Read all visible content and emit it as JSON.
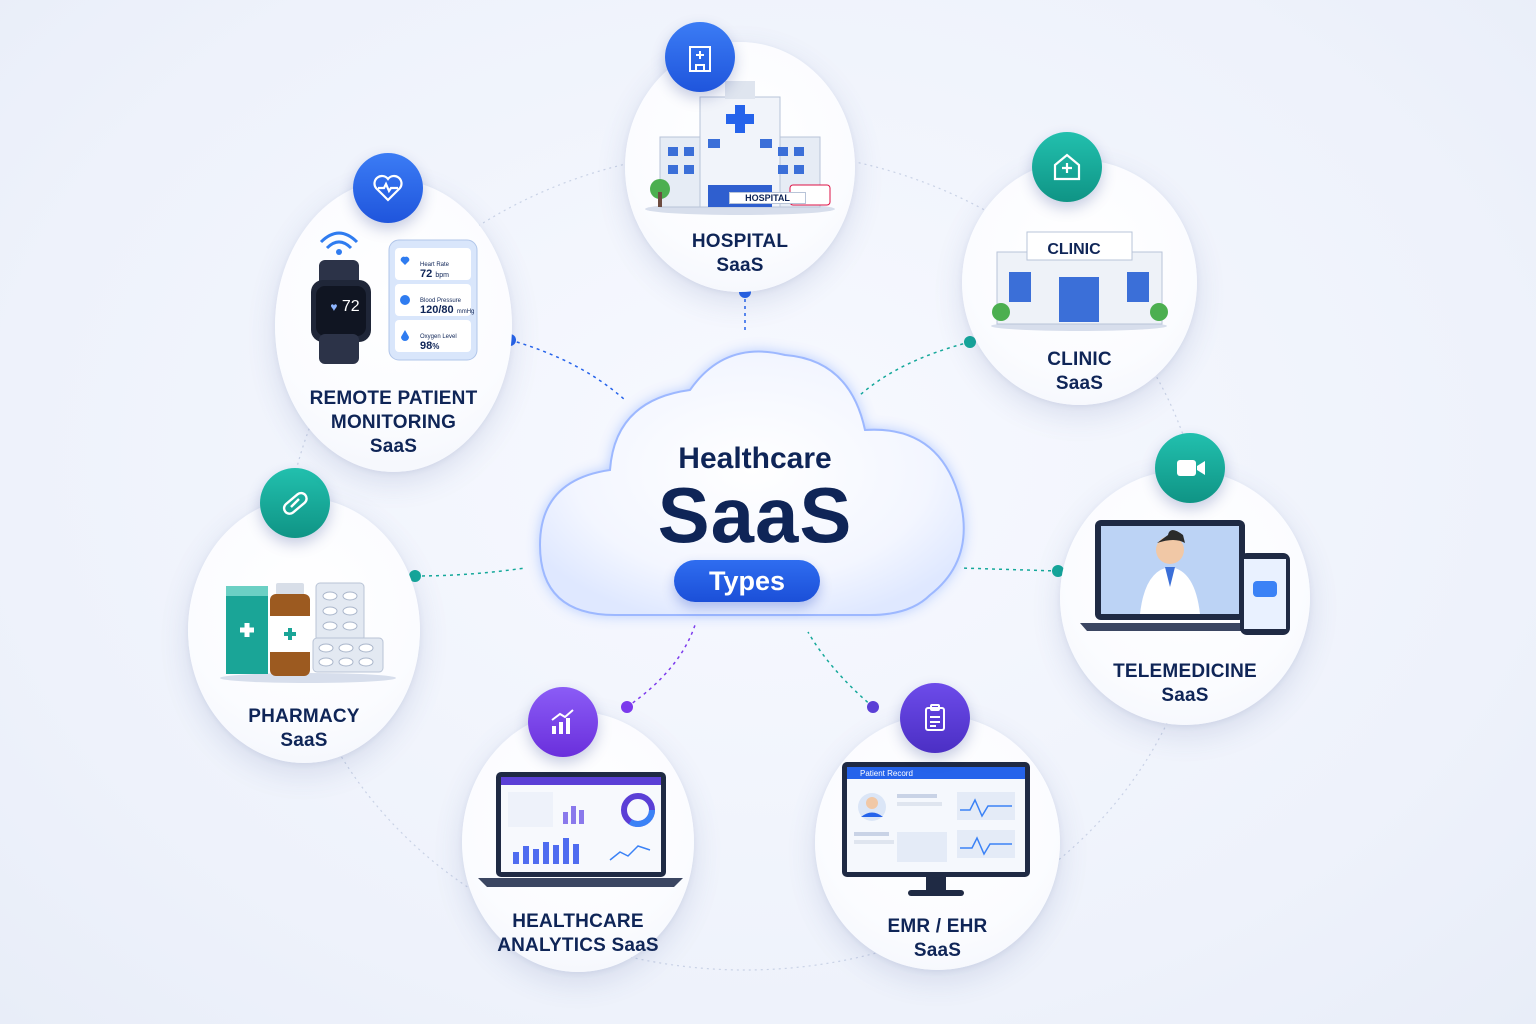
{
  "center": {
    "title": "Healthcare",
    "main": "SaaS",
    "pill": "Types"
  },
  "nodes": {
    "hospital": {
      "line1": "HOSPITAL",
      "line2": "SaaS",
      "sign": "HOSPITAL",
      "icon": "hospital-building-icon",
      "color": "#2563eb"
    },
    "clinic": {
      "line1": "CLINIC",
      "line2": "SaaS",
      "sign": "CLINIC",
      "icon": "clinic-house-icon",
      "color": "#14a89a"
    },
    "telemedicine": {
      "line1": "TELEMEDICINE",
      "line2": "SaaS",
      "icon": "video-camera-icon",
      "color": "#14a89a"
    },
    "emr": {
      "line1": "EMR / EHR",
      "line2": "SaaS",
      "screen_title": "Patient Record",
      "icon": "clipboard-icon",
      "color": "#5b3fd6"
    },
    "analytics": {
      "line1": "HEALTHCARE",
      "line2": "ANALYTICS SaaS",
      "icon": "chart-trend-icon",
      "color": "#7c3aed"
    },
    "pharmacy": {
      "line1": "PHARMACY",
      "line2": "SaaS",
      "icon": "pill-capsule-icon",
      "color": "#14a89a"
    },
    "rpm": {
      "line1": "REMOTE PATIENT",
      "line2": "MONITORING",
      "line3": "SaaS",
      "icon": "heart-pulse-icon",
      "color": "#2563eb",
      "watch_value": "72",
      "readings": [
        {
          "label": "Heart Rate",
          "value": "72",
          "unit": "bpm"
        },
        {
          "label": "Blood Pressure",
          "value": "120/80",
          "unit": "mmHg"
        },
        {
          "label": "Oxygen Level",
          "value": "98",
          "unit": "%"
        }
      ]
    }
  },
  "colors": {
    "navy": "#0f2557",
    "blue": "#2563eb",
    "teal": "#14a89a",
    "purple": "#7c3aed"
  }
}
